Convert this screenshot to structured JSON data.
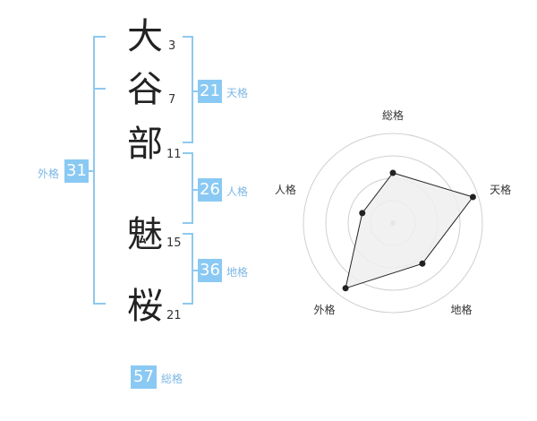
{
  "name": [
    {
      "char": "大",
      "strokes": "3"
    },
    {
      "char": "谷",
      "strokes": "7"
    },
    {
      "char": "部",
      "strokes": "11"
    },
    {
      "char": "魅",
      "strokes": "15"
    },
    {
      "char": "桜",
      "strokes": "21"
    }
  ],
  "fortunes": {
    "tenkaku": {
      "value": "21",
      "label": "天格"
    },
    "jinkaku": {
      "value": "26",
      "label": "人格"
    },
    "chikaku": {
      "value": "36",
      "label": "地格"
    },
    "gaikaku": {
      "value": "31",
      "label": "外格"
    },
    "soukaku": {
      "value": "57",
      "label": "総格"
    }
  },
  "radar": {
    "axes": [
      "総格",
      "天格",
      "地格",
      "外格",
      "人格"
    ],
    "levels": [
      0.56,
      0.94,
      0.56,
      0.9,
      0.36
    ],
    "colors": {
      "fill": "#efefef",
      "line": "#222222",
      "grid": "#d0d0d0",
      "center": "#bbbbbb"
    }
  }
}
